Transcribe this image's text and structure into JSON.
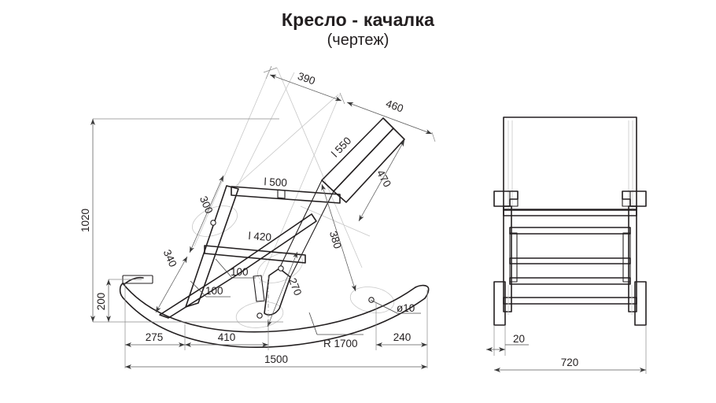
{
  "title": {
    "main": "Кресло - качалка",
    "sub": "(чертеж)"
  },
  "drawing": {
    "type": "engineering-drawing",
    "units": "mm",
    "views": [
      {
        "name": "side-view",
        "label": ""
      },
      {
        "name": "front-view",
        "label": ""
      }
    ]
  },
  "dimensions": {
    "side_view": {
      "d_390": "390",
      "d_460": "460",
      "d_l550": "l 550",
      "d_470": "470",
      "d_1020": "1020",
      "d_300": "300",
      "d_340": "340",
      "d_l500": "l 500",
      "d_l420": "l 420",
      "d_100_a": "100",
      "d_100_b": "100",
      "d_380": "380",
      "d_270": "270",
      "d_200": "200",
      "d_275": "275",
      "d_410": "410",
      "d_240": "240",
      "d_1500": "1500",
      "d_r1700": "R 1700",
      "d_hole": "ø10"
    },
    "front_view": {
      "d_20": "20",
      "d_720": "720"
    }
  },
  "colors": {
    "background": "#ffffff",
    "ink": "#231f20",
    "dimension_line": "#5a5a5a",
    "construction_line": "#c8c8c8",
    "extension_line": "#8a8a8a"
  }
}
